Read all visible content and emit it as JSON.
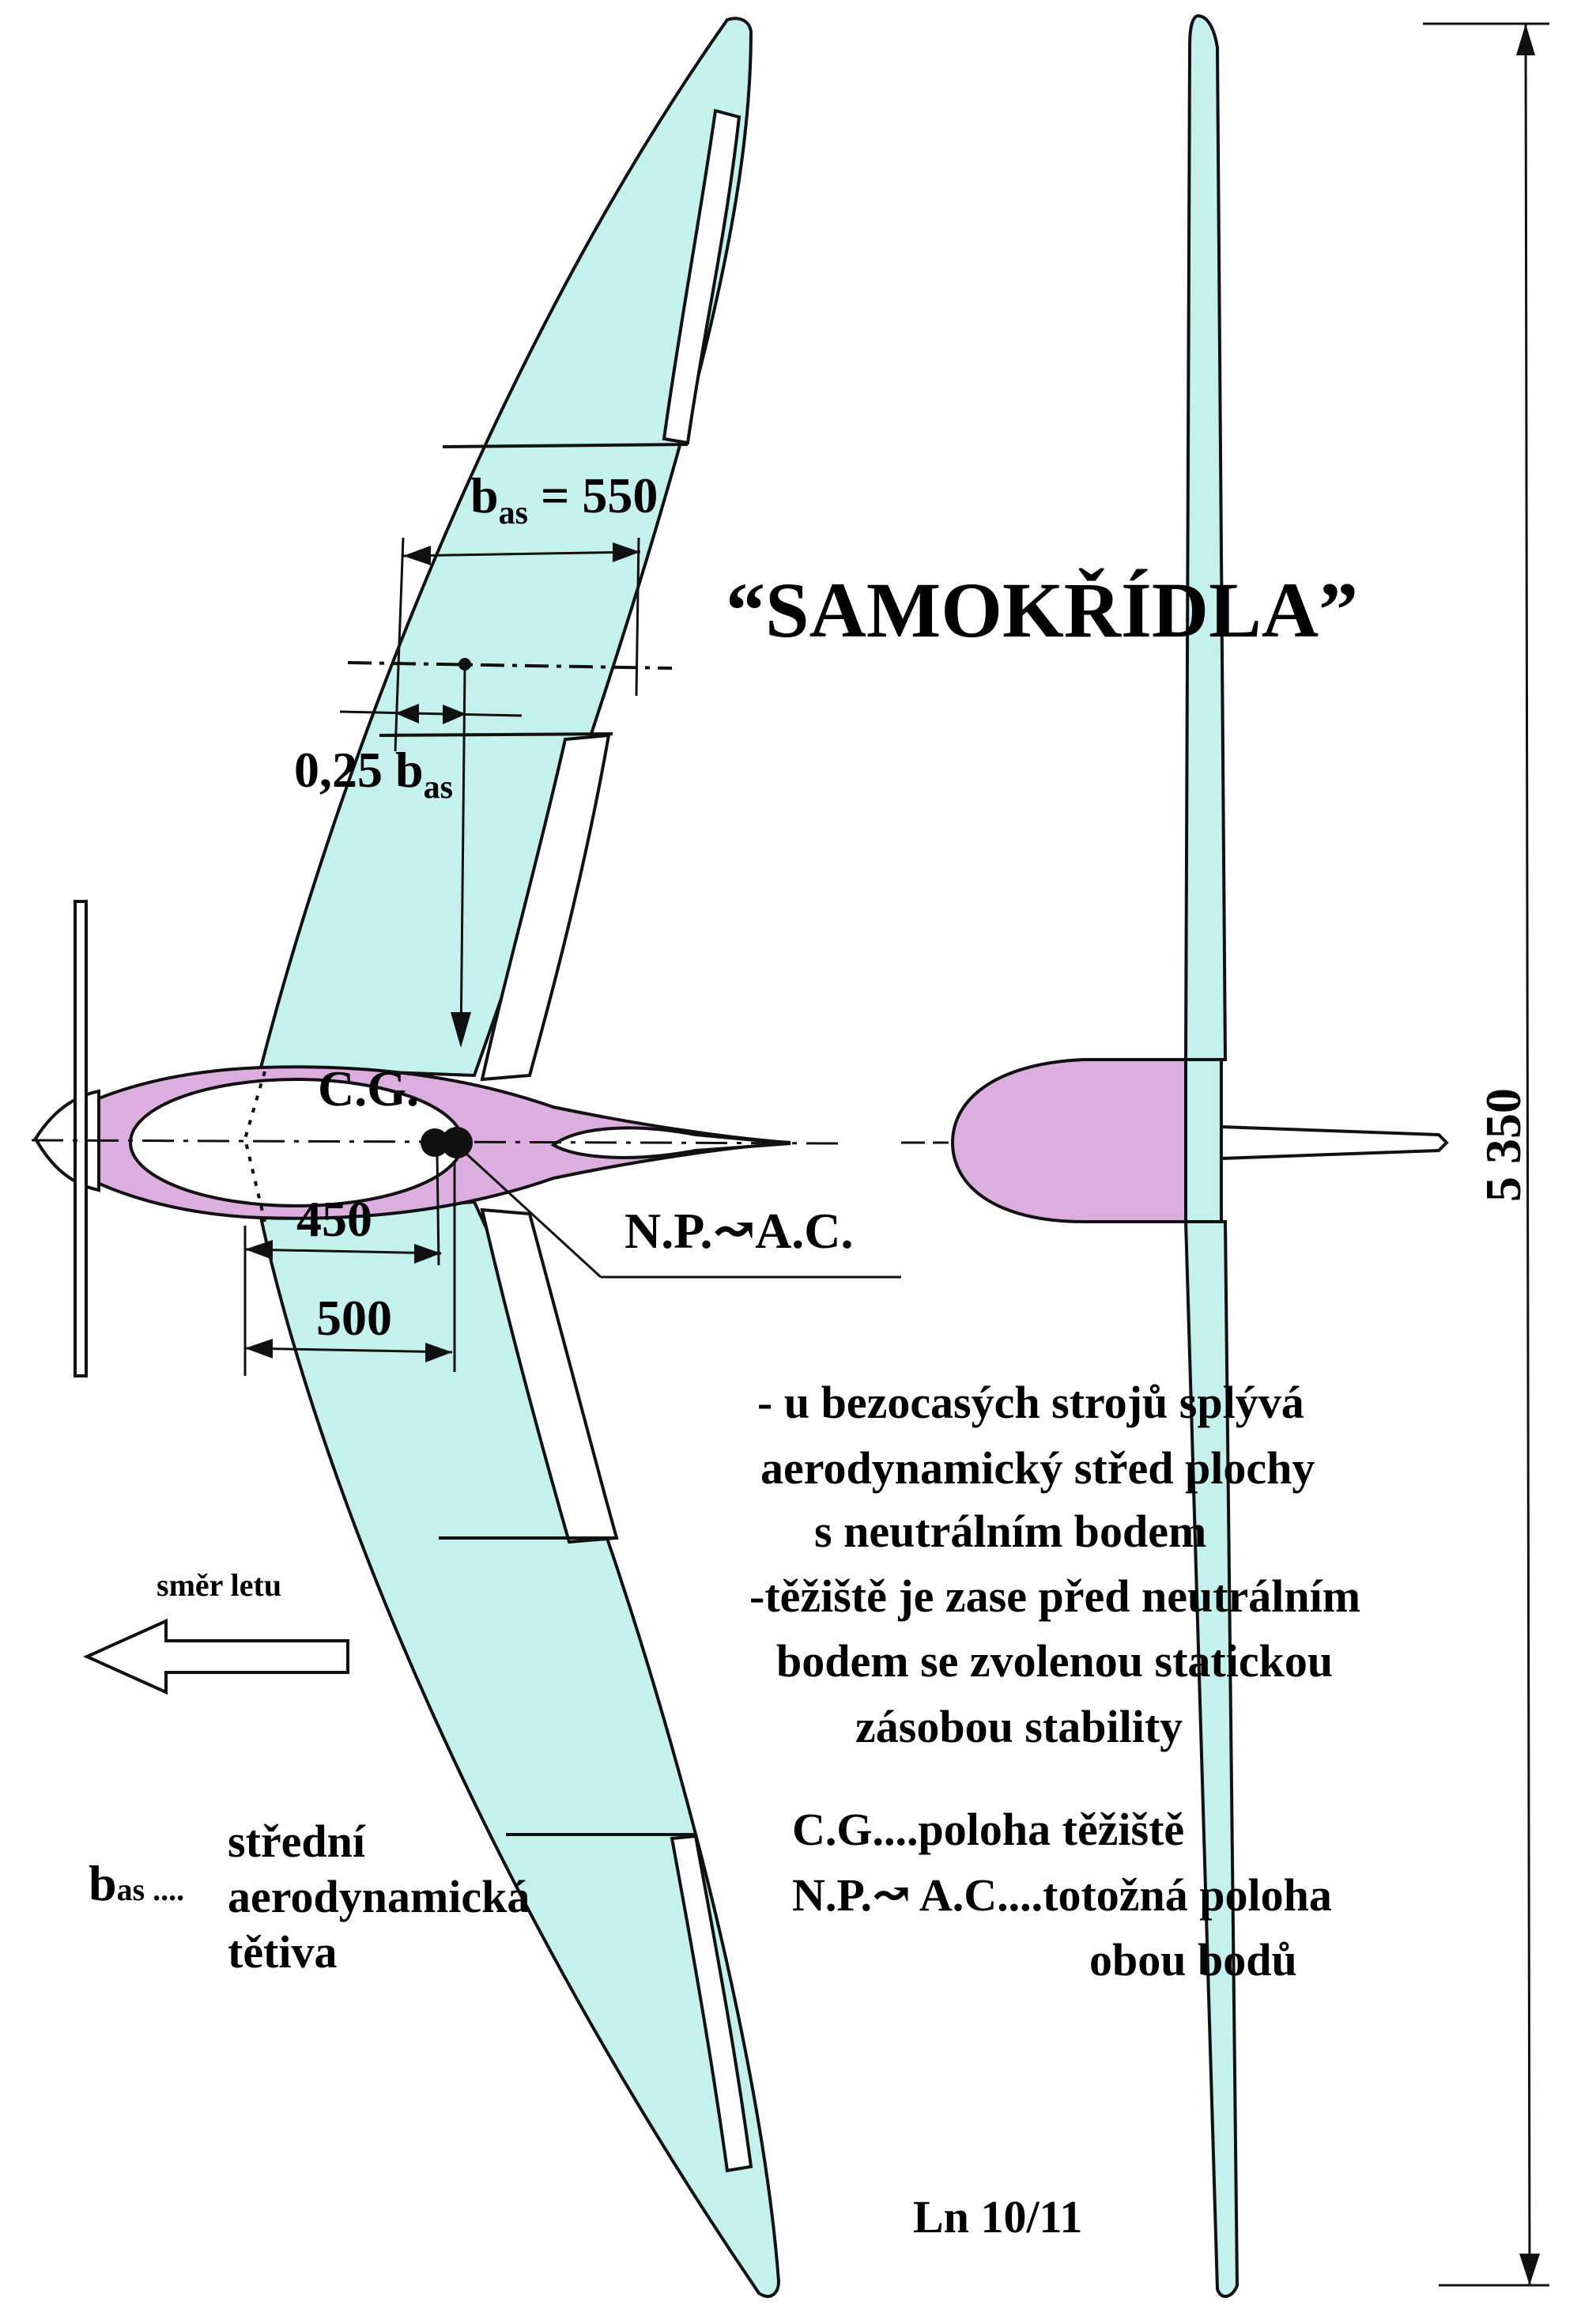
{
  "title": "“SAMOKŘÍDLA”",
  "labels": {
    "bas_prefix": "b",
    "bas_sub": "as",
    "bas_value": " = 550",
    "quarter_prefix": "0,25 b",
    "quarter_sub": "as",
    "cg": "C.G.",
    "np_ac": "N.P.↝A.C.",
    "dim_450": "450",
    "dim_500": "500",
    "span": "5 350",
    "direction": "směr letu",
    "footer": "Ln 10/11"
  },
  "legend": {
    "bas_symbol": "b",
    "bas_sub": "as ....",
    "bas_line1": "střední",
    "bas_line2": "aerodynamická",
    "bas_line3": "tětiva"
  },
  "description": {
    "line1": "- u bezocasých strojů splývá",
    "line2": "aerodynamický střed  plochy",
    "line3": "s neutrálním bodem",
    "line4": "-těžiště je zase před neutrálním",
    "line5": "bodem se zvolenou statickou",
    "line6": "zásobou stability"
  },
  "notes": {
    "cg_line": "C.G....poloha těžiště",
    "np_line": "N.P.↝ A.C....totožná poloha",
    "np_line2": "obou bodů"
  },
  "colors": {
    "wing": "#c4f0ee",
    "fuselage": "#dcaee0",
    "outline": "#111111"
  }
}
